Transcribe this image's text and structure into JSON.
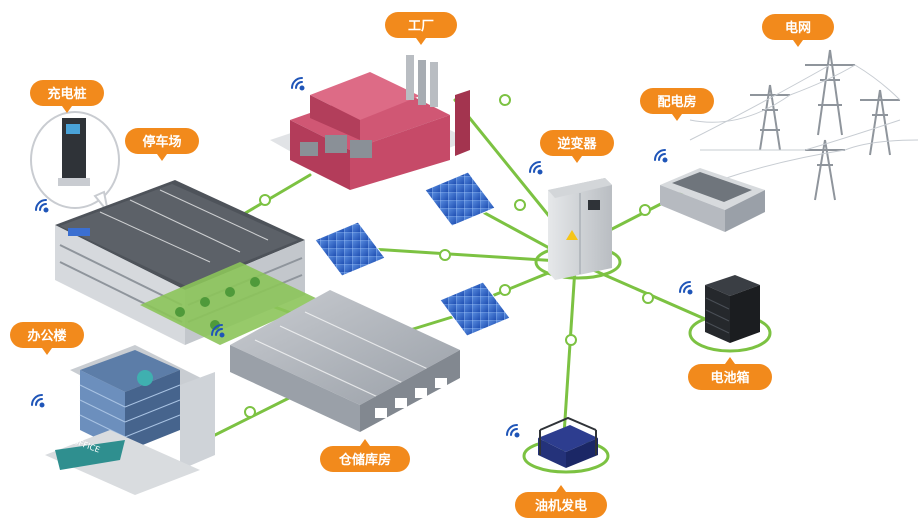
{
  "colors": {
    "accent_orange": "#f28a1c",
    "link_green": "#7cc242",
    "label_text": "#ffffff"
  },
  "nodes": [
    {
      "id": "charging_pile",
      "label": "充电桩",
      "icon": "charging-pile-icon"
    },
    {
      "id": "parking",
      "label": "停车场",
      "icon": "parking-building-icon"
    },
    {
      "id": "factory",
      "label": "工厂",
      "icon": "factory-icon"
    },
    {
      "id": "grid",
      "label": "电网",
      "icon": "power-tower-icon"
    },
    {
      "id": "distribution_room",
      "label": "配电房",
      "icon": "distribution-room-icon"
    },
    {
      "id": "inverter",
      "label": "逆变器",
      "icon": "inverter-cabinet-icon"
    },
    {
      "id": "office",
      "label": "办公楼",
      "icon": "office-building-icon"
    },
    {
      "id": "warehouse",
      "label": "仓储库房",
      "icon": "warehouse-icon"
    },
    {
      "id": "battery_box",
      "label": "电池箱",
      "icon": "battery-cabinet-icon"
    },
    {
      "id": "diesel_generator",
      "label": "油机发电",
      "icon": "generator-icon"
    }
  ],
  "building_sign": "OFFICE"
}
